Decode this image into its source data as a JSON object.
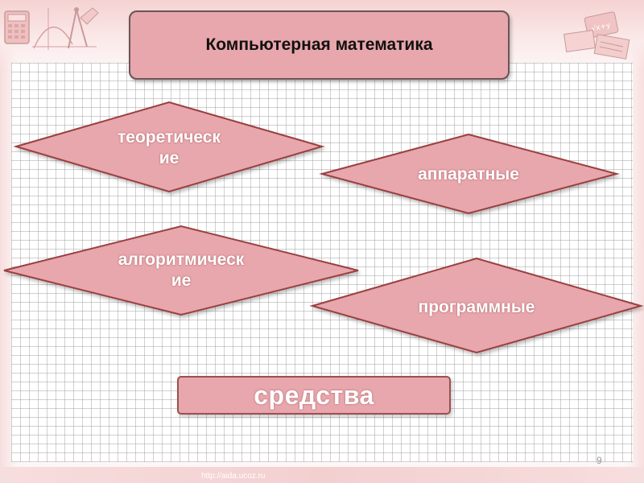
{
  "title": "Компьютерная математика",
  "nodes": {
    "theoretical": "теоретическ\nие",
    "hardware": "аппаратные",
    "algorithmic": "алгоритмическ\nие",
    "software": "программные"
  },
  "means": "средства",
  "page_number": "9",
  "footer_url": "http://aida.ucoz.ru",
  "colors": {
    "box_fill": "#e8a6ad",
    "box_stroke": "#9a4040",
    "text": "#ffffff"
  },
  "icons": [
    "math-tools-icon",
    "books-icon"
  ]
}
